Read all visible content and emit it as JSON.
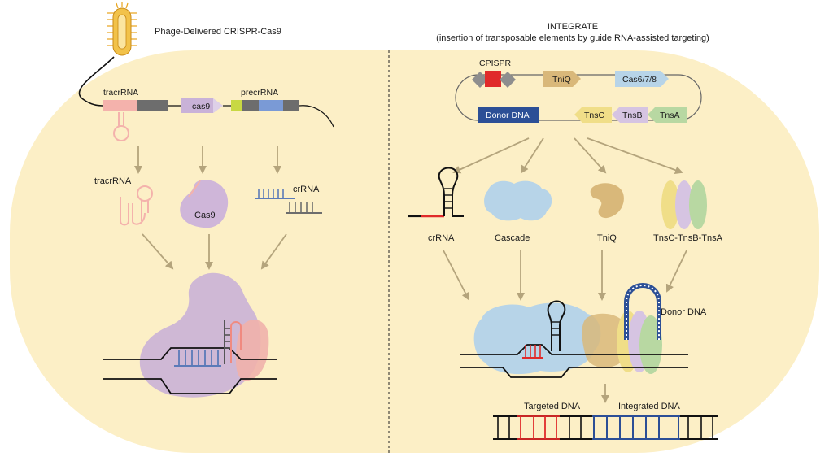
{
  "left": {
    "title": "Phage-Delivered CRISPR-Cas9",
    "operon": {
      "tracrrna": "tracrRNA",
      "cas9": "cas9",
      "precrrna": "precrRNA"
    },
    "products": {
      "tracrrna": "tracrRNA",
      "cas9": "Cas9",
      "crrna": "crRNA"
    }
  },
  "right": {
    "title": "INTEGRATE",
    "subtitle": "(insertion of transposable elements by guide RNA-assisted targeting)",
    "operon": {
      "crispr": "CPISPR",
      "tniq": "TniQ",
      "cas678": "Cas6/7/8",
      "donor": "Donor DNA",
      "tnsc": "TnsC",
      "tnsb": "TnsB",
      "tnsa": "TnsA"
    },
    "products": {
      "crrna": "crRNA",
      "cascade": "Cascade",
      "tniq": "TniQ",
      "tns": "TnsC-TnsB-TnsA"
    },
    "complex_label": "Donor DNA",
    "result": {
      "targeted": "Targeted DNA",
      "integrated": "Integrated DNA"
    }
  },
  "colors": {
    "cell_fill": "#fcefc6",
    "arrow": "#b4a47c",
    "tracr_pink": "#f4b2ac",
    "cas9_purple": "#cbb3d6",
    "blue_strand": "#5b7ab8",
    "red_strand": "#e04040",
    "tniq_tan": "#d9b87a",
    "cascade_blue": "#b7d4e8",
    "tnsc_yellow": "#f0de88",
    "tnsb_purple": "#d6c4e2",
    "tnsa_green": "#b8d8a2",
    "donor_navy": "#2c4f96"
  }
}
